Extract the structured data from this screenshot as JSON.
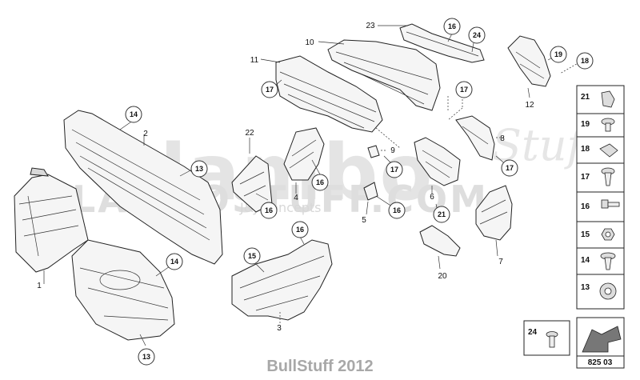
{
  "watermark": {
    "logo": "lambo",
    "site": "LAMBOSTUFF.COM",
    "sub": "J&J Concepts",
    "script": "Stuff"
  },
  "footer": "BullStuff 2012",
  "diagram_code": "825 03",
  "part_labels": {
    "p1": "1",
    "p2": "2",
    "p3": "3",
    "p4": "4",
    "p5": "5",
    "p6": "6",
    "p7": "7",
    "p8": "8",
    "p9": "9",
    "p10": "10",
    "p11": "11",
    "p12": "12",
    "p20": "20",
    "p22": "22",
    "p23": "23"
  },
  "bubbles": {
    "b14a": "14",
    "b13a": "13",
    "b14b": "14",
    "b13b": "13",
    "b15": "15",
    "b16a": "16",
    "b16b": "16",
    "b16c": "16",
    "b16d": "16",
    "b17a": "17",
    "b17b": "17",
    "b17c": "17",
    "b17d": "17",
    "b21": "21",
    "b16e": "16",
    "b24": "24",
    "b19": "19",
    "b18": "18"
  },
  "fastener_list": [
    "21",
    "19",
    "18",
    "17",
    "16",
    "15",
    "14",
    "13"
  ],
  "fastener_icons": [
    "clip-icon",
    "screw-icon",
    "bracket-icon",
    "push-rivet-icon",
    "bolt-icon",
    "nut-icon",
    "expanding-rivet-icon",
    "grommet-icon"
  ],
  "bottom_item": "24"
}
